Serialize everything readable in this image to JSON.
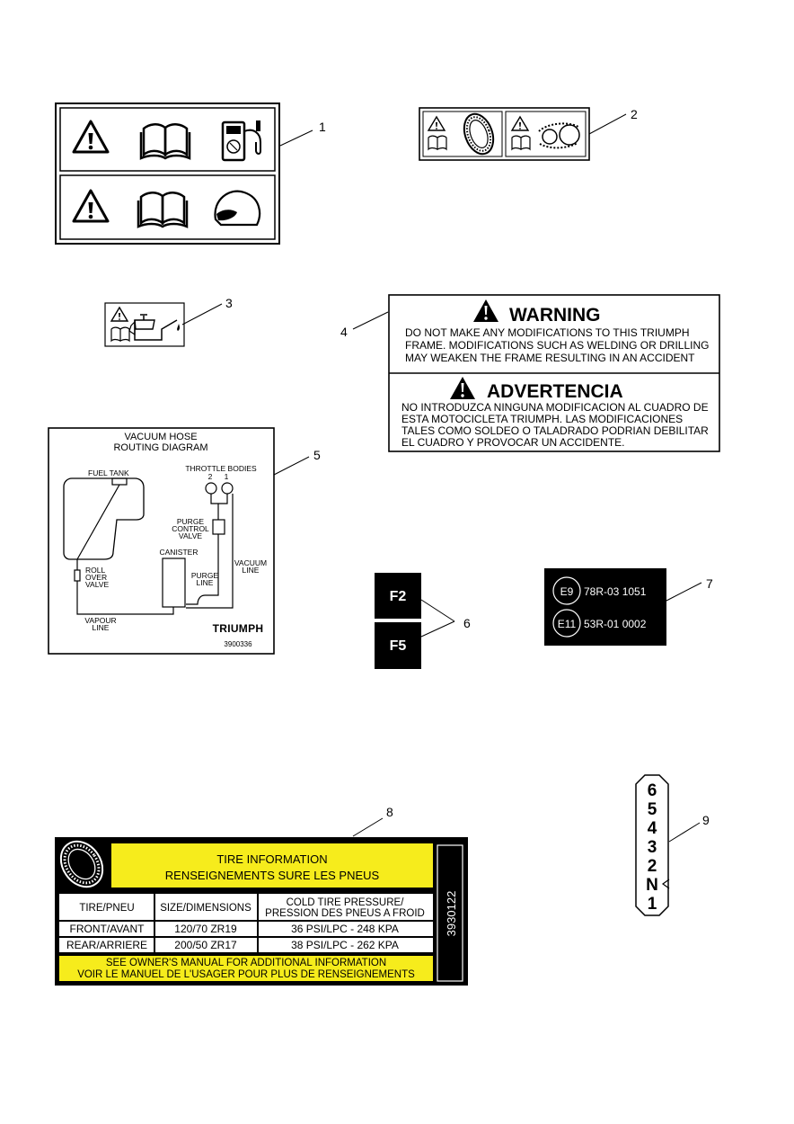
{
  "callouts": [
    "1",
    "2",
    "3",
    "4",
    "5",
    "6",
    "7",
    "8",
    "9"
  ],
  "warning_label": {
    "title_en": "WARNING",
    "lines_en": [
      "DO  NOT MAKE ANY MODIFICATIONS TO THIS TRIUMPH",
      "FRAME.  MODIFICATIONS SUCH AS WELDING OR DRILLING",
      "MAY WEAKEN THE FRAME RESULTING IN AN ACCIDENT"
    ],
    "title_es": "ADVERTENCIA",
    "lines_es": [
      "NO INTRODUZCA NINGUNA MODIFICACION AL CUADRO DE",
      "ESTA MOTOCICLETA TRIUMPH.  LAS MODIFICACIONES",
      "TALES COMO SOLDEO O TALADRADO PODRIAN DEBILITAR",
      "EL CUADRO Y PROVOCAR UN ACCIDENTE."
    ]
  },
  "vacuum_label": {
    "title_lines": [
      "VACUUM HOSE",
      "ROUTING DIAGRAM"
    ],
    "fuel_tank": "FUEL TANK",
    "throttle_bodies": "THROTTLE BODIES",
    "tb_2": "2",
    "tb_1": "1",
    "purge_valve": [
      "PURGE",
      "CONTROL",
      "VALVE"
    ],
    "canister": "CANISTER",
    "vacuum_line": [
      "VACUUM",
      "LINE"
    ],
    "purge_line": [
      "PURGE",
      "LINE"
    ],
    "roll_over": [
      "ROLL",
      "OVER",
      "VALVE"
    ],
    "vapour_line": [
      "VAPOUR",
      "LINE"
    ],
    "brand": "TRIUMPH",
    "part_no": "3900336"
  },
  "fuse_labels": [
    "F2",
    "F5"
  ],
  "approval_label": {
    "rows": [
      {
        "mark": "E9",
        "code": "78R-03 1051"
      },
      {
        "mark": "E11",
        "code": "53R-01 0002"
      }
    ]
  },
  "tire_label": {
    "title": "TIRE INFORMATION",
    "title_fr": "RENSEIGNEMENTS SURE LES PNEUS",
    "headers": [
      "TIRE/PNEU",
      "SIZE/DIMENSIONS",
      "COLD TIRE PRESSURE/",
      "PRESSION DES PNEUS A FROID"
    ],
    "rows": [
      [
        "FRONT/AVANT",
        "120/70 ZR19",
        "36 PSI/LPC - 248 KPA"
      ],
      [
        "REAR/ARRIERE",
        "200/50 ZR17",
        "38 PSI/LPC - 262 KPA"
      ]
    ],
    "footer": [
      "SEE OWNER'S MANUAL FOR ADDITIONAL INFORMATION",
      "VOIR LE MANUEL DE L'USAGER POUR PLUS DE RENSEIGNEMENTS"
    ],
    "part_no": "3930122"
  },
  "gear_label": {
    "gears": [
      "6",
      "5",
      "4",
      "3",
      "2",
      "N",
      "1"
    ]
  },
  "colors": {
    "label_yellow": "#f6ec1c",
    "label_black": "#000000"
  }
}
